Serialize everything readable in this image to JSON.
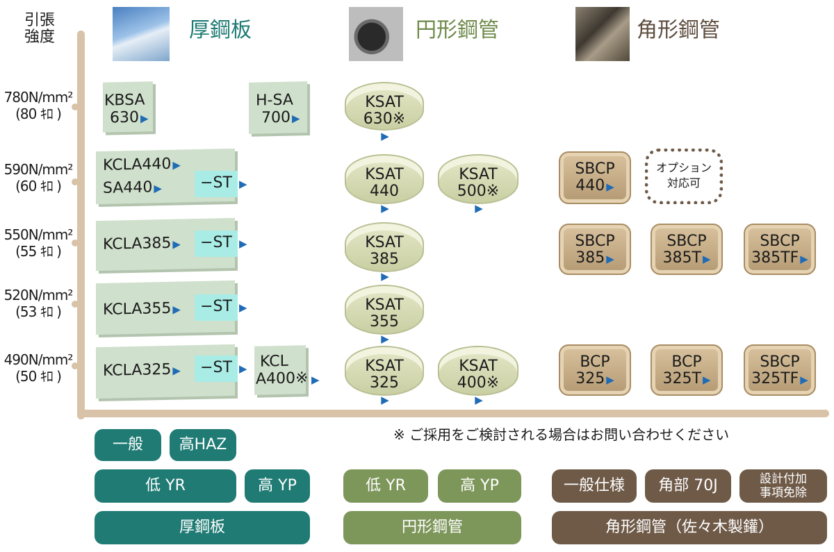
{
  "axis": {
    "title": "引張\n強度",
    "levels": [
      {
        "strength": "780N/mm²",
        "kg": "(80 ｷﾛ )"
      },
      {
        "strength": "590N/mm²",
        "kg": "(60 ｷﾛ )"
      },
      {
        "strength": "550N/mm²",
        "kg": "(55 ｷﾛ )"
      },
      {
        "strength": "520N/mm²",
        "kg": "(53 ｷﾛ )"
      },
      {
        "strength": "490N/mm²",
        "kg": "(50 ｷﾛ )"
      }
    ]
  },
  "categories": {
    "plate": "厚鋼板",
    "round": "円形鋼管",
    "square": "角形鋼管"
  },
  "plates": {
    "kbsa": {
      "l1": "KBSA",
      "l2": "630"
    },
    "hsa": {
      "l1": "H-SA",
      "l2": "700"
    },
    "kcla440": {
      "l1": "KCLA440",
      "l2": "SA440",
      "st": "−ST"
    },
    "kcla385": {
      "l1": "KCLA385",
      "st": "−ST"
    },
    "kcla355": {
      "l1": "KCLA355",
      "st": "−ST"
    },
    "kcla325": {
      "l1": "KCLA325",
      "st": "−ST"
    },
    "kcla400": {
      "l1": "KCL",
      "l2": "A400※"
    }
  },
  "rings": {
    "r630": {
      "l1": "KSAT",
      "l2": "630※"
    },
    "r440": {
      "l1": "KSAT",
      "l2": "440"
    },
    "r500": {
      "l1": "KSAT",
      "l2": "500※"
    },
    "r385": {
      "l1": "KSAT",
      "l2": "385"
    },
    "r355": {
      "l1": "KSAT",
      "l2": "355"
    },
    "r325": {
      "l1": "KSAT",
      "l2": "325"
    },
    "r400": {
      "l1": "KSAT",
      "l2": "400※"
    }
  },
  "boxes": {
    "sbcp440": {
      "l1": "SBCP",
      "l2": "440"
    },
    "option": {
      "l1": "オプション",
      "l2": "対応可"
    },
    "sbcp385": {
      "l1": "SBCP",
      "l2": "385"
    },
    "sbcp385t": {
      "l1": "SBCP",
      "l2": "385T"
    },
    "sbcp385tf": {
      "l1": "SBCP",
      "l2": "385TF"
    },
    "bcp325": {
      "l1": "BCP",
      "l2": "325"
    },
    "bcp325t": {
      "l1": "BCP",
      "l2": "325T"
    },
    "sbcp325tf": {
      "l1": "SBCP",
      "l2": "325TF"
    }
  },
  "note": "※ ご採用をご検討される場合はお問い合わせください",
  "legend": {
    "general": "一般",
    "high_haz": "高HAZ",
    "low_yr": "低 YR",
    "high_yp": "高 YP",
    "plate": "厚鋼板",
    "round_low_yr": "低 YR",
    "round_high_yp": "高 YP",
    "round": "円形鋼管",
    "general_spec": "一般仕様",
    "corner_70j": "角部 70J",
    "design_note": "設計付加\n事項免除",
    "square": "角形鋼管（佐々木製鑵）"
  },
  "colors": {
    "plate": "#1f7b74",
    "round": "#7d965a",
    "square": "#6f5a48",
    "arrow": "#1f6bb5"
  }
}
